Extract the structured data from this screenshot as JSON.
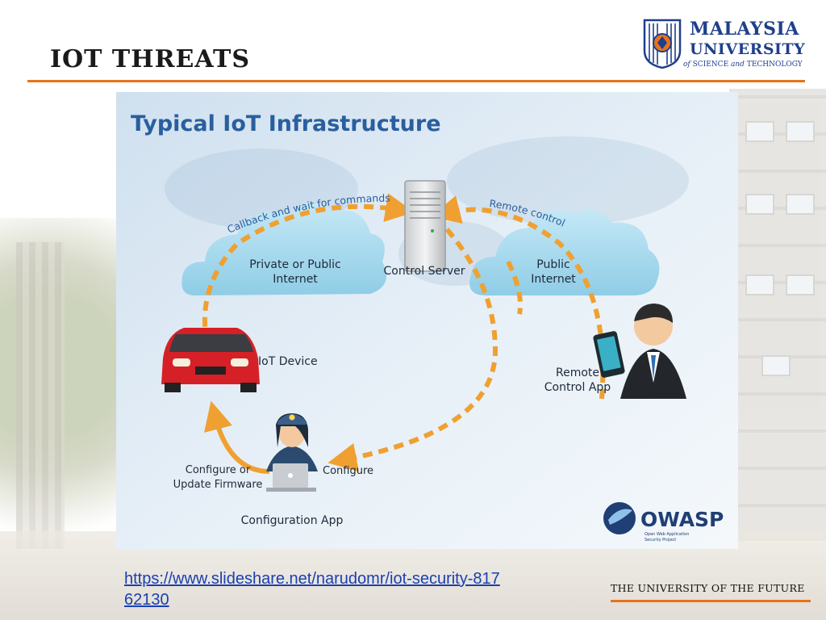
{
  "slide": {
    "title": "IOT THREATS",
    "source_link": "https://www.slideshare.net/narudomr/iot-security-81762130",
    "tagline": "THE UNIVERSITY OF THE FUTURE"
  },
  "logo": {
    "line1": "MALAYSIA",
    "line2": "UNIVERSITY",
    "line3_a": "of",
    "line3_b": "SCIENCE",
    "line3_c": "and",
    "line3_d": "TECHNOLOGY"
  },
  "diagram": {
    "title": "Typical IoT Infrastructure",
    "nodes": {
      "private_cloud_1": "Private or Public",
      "private_cloud_2": "Internet",
      "control_server": "Control Server",
      "public_cloud_1": "Public",
      "public_cloud_2": "Internet",
      "iot_device": "IoT Device",
      "remote_app_1": "Remote",
      "remote_app_2": "Control App",
      "config_app": "Configuration App"
    },
    "edges": {
      "callback": "Callback and wait for commands",
      "remote_control": "Remote control",
      "configure": "Configure",
      "firmware_1": "Configure or",
      "firmware_2": "Update Firmware"
    },
    "owasp": {
      "name": "OWASP",
      "sub_1": "Open Web Application",
      "sub_2": "Security Project"
    }
  },
  "colors": {
    "accent": "#e8731a",
    "arrow": "#f0a030",
    "cloud": "#a9dbef",
    "title_blue": "#2a5f9e",
    "logo_blue": "#1f3f8c",
    "link": "#1a3fb0"
  },
  "icons": [
    "university-crest",
    "server-icon",
    "car-icon",
    "businessman-icon",
    "phone-icon",
    "engineer-icon",
    "laptop-icon",
    "owasp-logo"
  ]
}
